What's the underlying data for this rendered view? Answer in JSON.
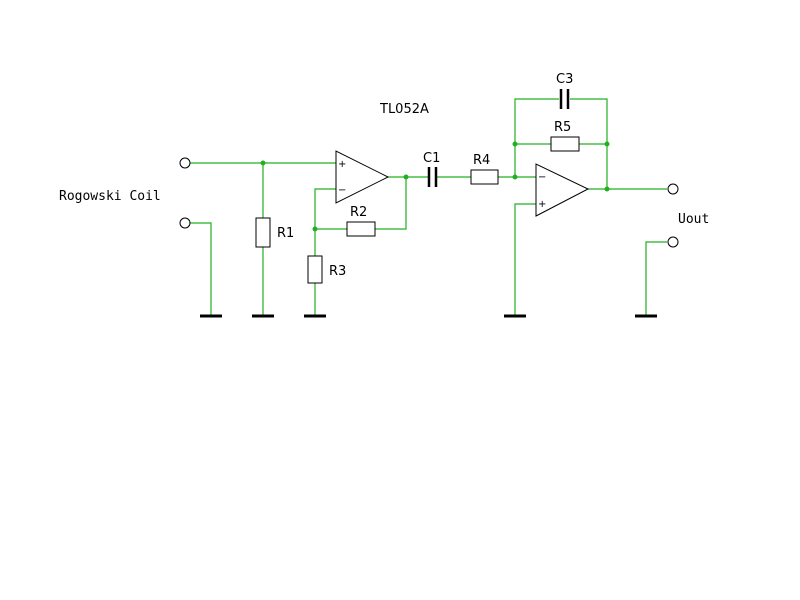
{
  "labels": {
    "opamp_part": "TL052A",
    "input_label": "Rogowski Coil",
    "output_label": "Uout",
    "r1": "R1",
    "r2": "R2",
    "r3": "R3",
    "r4": "R4",
    "r5": "R5",
    "c1": "C1",
    "c3": "C3"
  },
  "opamp1": {
    "plus": "+",
    "minus": "−"
  },
  "opamp2": {
    "plus": "+",
    "minus": "−"
  },
  "colors": {
    "wire": "#22b022",
    "component": "#000000",
    "background": "#ffffff"
  }
}
